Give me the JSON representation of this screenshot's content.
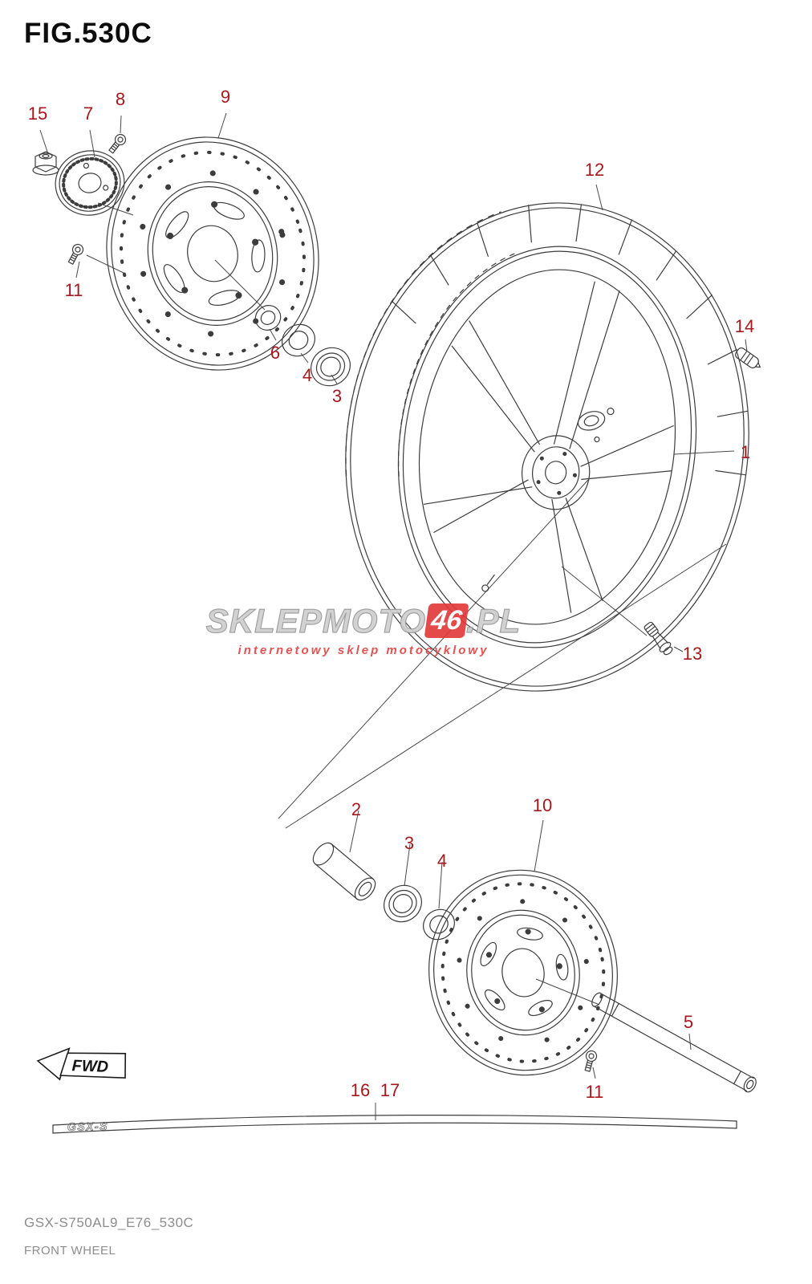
{
  "figure": {
    "title": "FIG.530C",
    "code": "GSX-S750AL9_E76_530C",
    "name": "FRONT WHEEL"
  },
  "watermark": {
    "brand_main": "SKLEPMOTO",
    "brand_accent": "46",
    "brand_suffix": ".PL",
    "tagline": "internetowy sklep motocyklowy"
  },
  "diagram": {
    "fwd_label": "FWD",
    "rim_logo": "GSX-S"
  },
  "colors": {
    "callout": "#a6181d",
    "line": "#3c3c3c",
    "watermark_accent": "#e23b3b",
    "footer_text": "#8d8d8d"
  },
  "callouts": [
    {
      "label": "15"
    },
    {
      "label": "7"
    },
    {
      "label": "8"
    },
    {
      "label": "9"
    },
    {
      "label": "11"
    },
    {
      "label": "6"
    },
    {
      "label": "4"
    },
    {
      "label": "3"
    },
    {
      "label": "12"
    },
    {
      "label": "14"
    },
    {
      "label": "1"
    },
    {
      "label": "13"
    },
    {
      "label": "2"
    },
    {
      "label": "3"
    },
    {
      "label": "4"
    },
    {
      "label": "10"
    },
    {
      "label": "5"
    },
    {
      "label": "11"
    },
    {
      "label": "16"
    },
    {
      "label": "17"
    }
  ]
}
